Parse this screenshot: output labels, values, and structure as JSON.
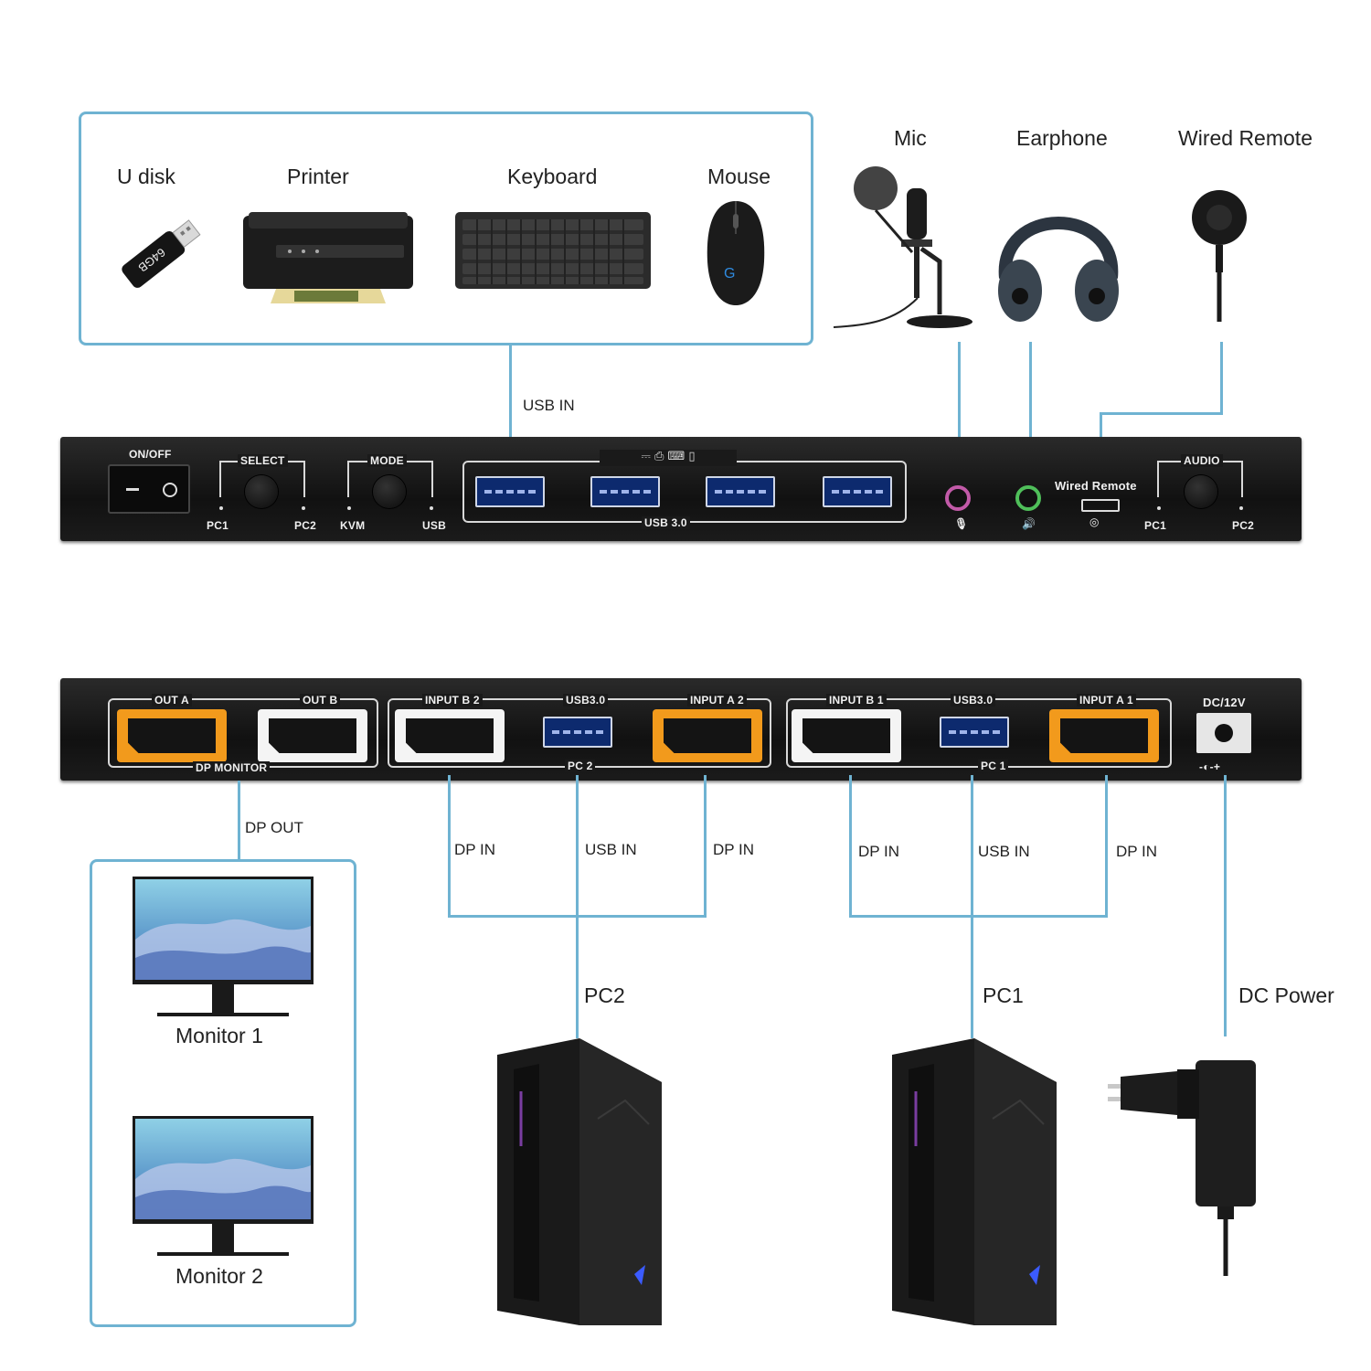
{
  "peripherals": {
    "udisk": {
      "label": "U disk",
      "tag": "64GB"
    },
    "printer": {
      "label": "Printer"
    },
    "keyboard": {
      "label": "Keyboard"
    },
    "mouse": {
      "label": "Mouse"
    }
  },
  "audio_devices": {
    "mic": "Mic",
    "earphone": "Earphone",
    "wired_remote": "Wired Remote"
  },
  "wires": {
    "usb_in_top": "USB IN",
    "dp_out": "DP OUT",
    "pc2_dp_in_left": "DP IN",
    "pc2_usb_in": "USB IN",
    "pc2_dp_in_right": "DP IN",
    "pc1_dp_in_left": "DP IN",
    "pc1_usb_in": "USB IN",
    "pc1_dp_in_right": "DP IN"
  },
  "front_panel": {
    "on_off": "ON/OFF",
    "select": "SELECT",
    "select_pc1": "PC1",
    "select_pc2": "PC2",
    "mode": "MODE",
    "mode_kvm": "KVM",
    "mode_usb": "USB",
    "usb30": "USB 3.0",
    "wired_remote": "Wired Remote",
    "audio": "AUDIO",
    "audio_pc1": "PC1",
    "audio_pc2": "PC2"
  },
  "rear_panel": {
    "out_a": "OUT A",
    "out_b": "OUT B",
    "dp_monitor": "DP MONITOR",
    "input_b2": "INPUT B 2",
    "usb30_pc2": "USB3.0",
    "input_a2": "INPUT A 2",
    "pc2": "PC 2",
    "input_b1": "INPUT B 1",
    "usb30_pc1": "USB3.0",
    "input_a1": "INPUT A 1",
    "pc1": "PC 1",
    "dc12v": "DC/12V"
  },
  "devices": {
    "monitor1": "Monitor 1",
    "monitor2": "Monitor 2",
    "pc2": "PC2",
    "pc1": "PC1",
    "dc_power": "DC Power"
  },
  "colors": {
    "connector_line": "#6fb3d2",
    "dp_orange": "#f29a1c",
    "usb_blue": "#0d2a6e",
    "mic_jack": "#c25aa8",
    "audio_jack": "#4fbf5a"
  }
}
